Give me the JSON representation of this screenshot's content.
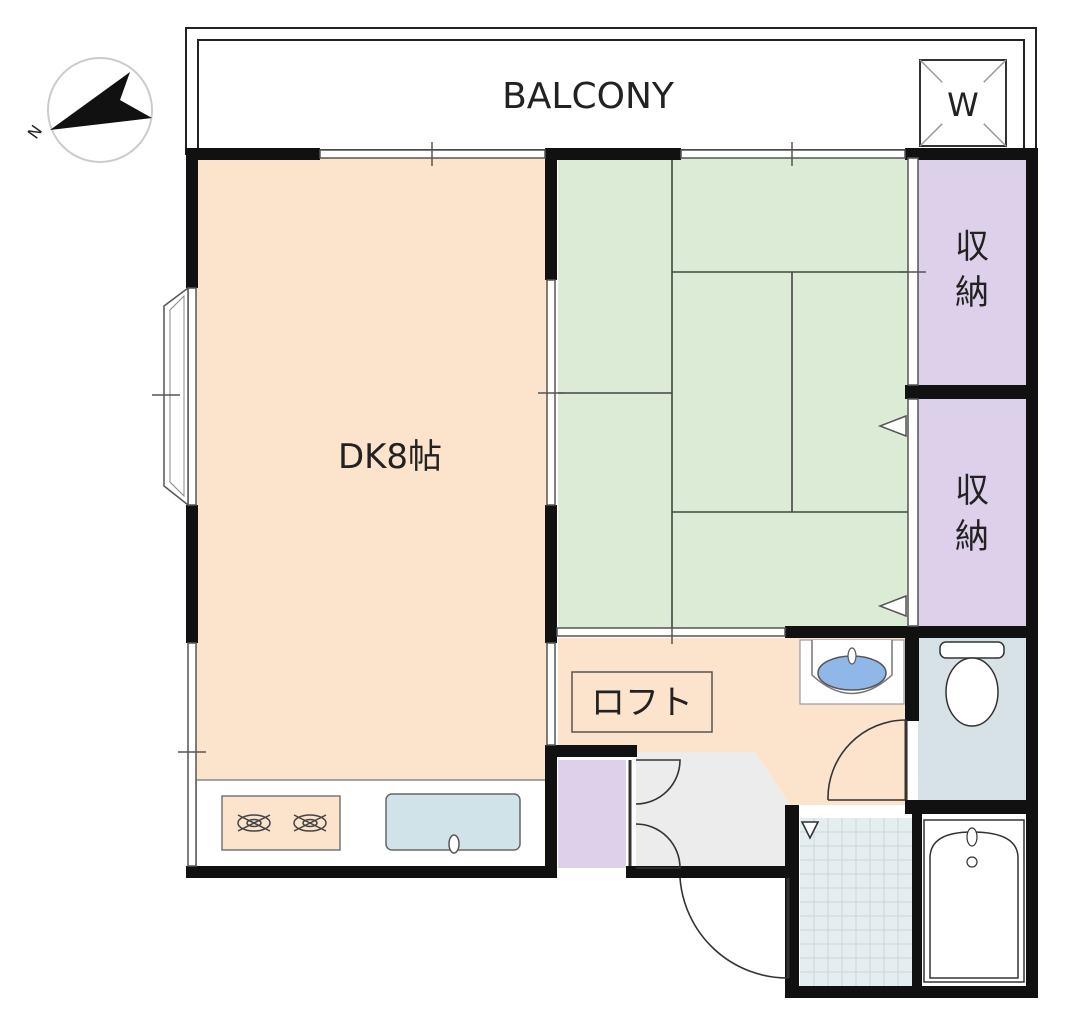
{
  "colors": {
    "wall": "#111111",
    "dk_floor": "#fbe3cc",
    "tatami": "#dcebd5",
    "storage": "#dcd0ea",
    "toilet": "#d6e2e6",
    "entrance": "#ececec",
    "bath_floor": "#e4eef0",
    "sink_basin": "#8fb8e8",
    "stove": "#fbe3cc",
    "kitchen_sink": "#cfe3e8"
  },
  "compass": {
    "north_label": "N"
  },
  "balcony": {
    "label": "BALCONY"
  },
  "washer": {
    "label": "W"
  },
  "rooms": {
    "dk": {
      "label": "DK8帖"
    },
    "storage_1": {
      "label_line1": "収",
      "label_line2": "納"
    },
    "storage_2": {
      "label_line1": "収",
      "label_line2": "納"
    },
    "loft": {
      "label": "ロフト"
    }
  }
}
